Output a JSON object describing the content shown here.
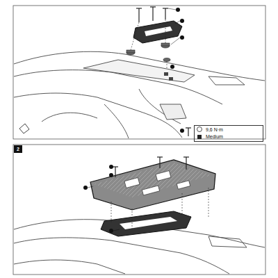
{
  "diagram": {
    "nodes": [
      {
        "text": [
          "9,6 N·m",
          "Medium"
        ]
      },
      {
        "text": [
          "2"
        ]
      }
    ]
  }
}
